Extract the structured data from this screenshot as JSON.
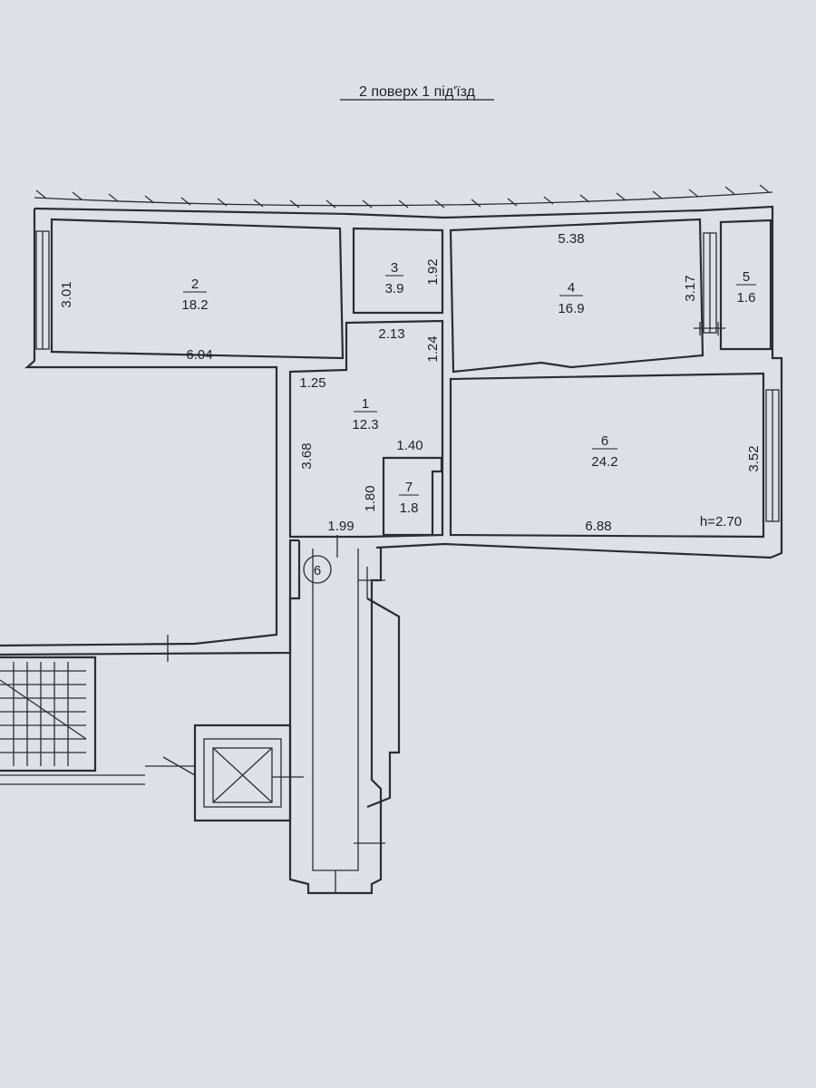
{
  "title": "2 поверх 1 під'їзд",
  "ceiling_height": "h=2.70",
  "stair_marker": "6",
  "rooms": [
    {
      "id": "2",
      "number": "2",
      "area": "18.2"
    },
    {
      "id": "3",
      "number": "3",
      "area": "3.9"
    },
    {
      "id": "4",
      "number": "4",
      "area": "16.9"
    },
    {
      "id": "5",
      "number": "5",
      "area": "1.6"
    },
    {
      "id": "1",
      "number": "1",
      "area": "12.3"
    },
    {
      "id": "6",
      "number": "6",
      "area": "24.2"
    },
    {
      "id": "7",
      "number": "7",
      "area": "1.8"
    }
  ],
  "dimensions": {
    "room2_height": "3.01",
    "room2_width": "6.04",
    "room3_height": "1.92",
    "room4_width": "5.38",
    "room4_height": "3.17",
    "corridor_top_width": "2.13",
    "corridor_right_height": "1.24",
    "corridor_left_width": "1.25",
    "corridor_height": "3.68",
    "room7_width": "1.40",
    "room7_height": "1.80",
    "entrance_width": "1.99",
    "room6_width": "6.88",
    "room6_height": "3.52"
  },
  "colors": {
    "paper": "#dfe0e6",
    "ink": "#2c2c33"
  }
}
